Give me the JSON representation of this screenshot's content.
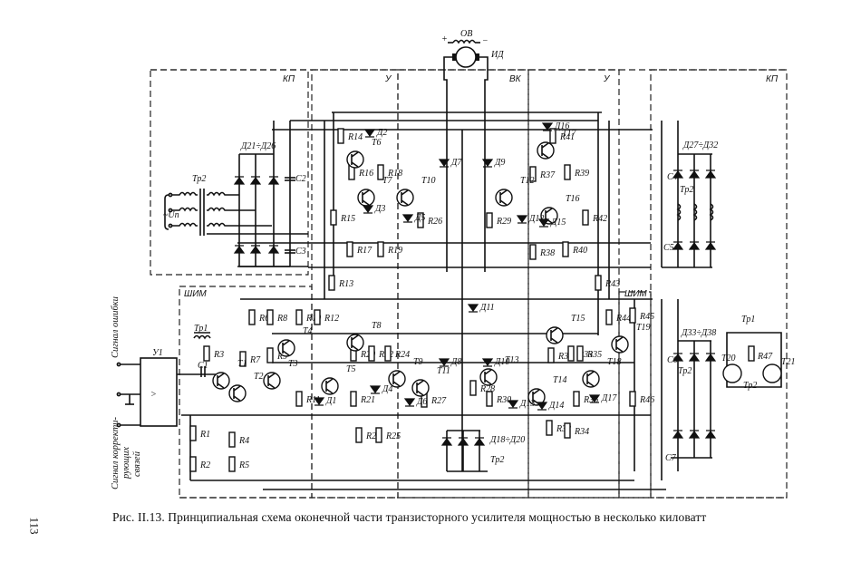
{
  "figure": {
    "caption": "Рис. II.13. Принципиальная  схема оконечной части транзисторного усилителя мощностью в несколько киловатт",
    "page_number": "113"
  },
  "blocks": {
    "kp_left": "КП",
    "u_left": "У",
    "vk": "ВК",
    "u_right": "У",
    "kp_right": "КП",
    "shim_left": "ШИМ",
    "shim_right": "ШИМ"
  },
  "motor": {
    "field": "ОВ",
    "armature": "ИД",
    "plus": "+",
    "minus": "−"
  },
  "inputs": {
    "error_signal": "Сигнал ошибки",
    "correction_signal_1": "Сигнал корректи-",
    "correction_signal_2": "рующих",
    "correction_signal_3": "связей",
    "amplifier": "У1",
    "amp_symbol": ">"
  },
  "power_left": {
    "supply": "~Uп",
    "transformer": "Тр2",
    "diodes": "Д21÷Д26",
    "c_top": "С2",
    "c_bot": "С3"
  },
  "power_right": {
    "diodes": "Д27÷Д32",
    "transformer": "Тр2",
    "c_top": "С4",
    "c_bot": "С5"
  },
  "power_right2": {
    "diodes": "Д33÷Д38",
    "transformer": "Тр2",
    "c_top": "С6",
    "c_bot": "С7",
    "tr1": "Тр1",
    "tr2": "Тр2",
    "t20": "Т20",
    "t21": "Т21",
    "r47": "R47"
  },
  "center": {
    "diodes": "Д18÷Д20",
    "transformer": "Тр2"
  },
  "components": {
    "R1": "R1",
    "R2": "R2",
    "R3": "R3",
    "R4": "R4",
    "R5": "R5",
    "R6": "R6",
    "R7": "R7",
    "R8": "R8",
    "R9": "R9",
    "R10": "R10",
    "R11": "R11",
    "R12": "R12",
    "R13": "R13",
    "R14": "R14",
    "R15": "R15",
    "R16": "R16",
    "R17": "R17",
    "R18": "R18",
    "R19": "R19",
    "R20": "R20",
    "R21": "R21",
    "R22": "R22",
    "R23": "R23",
    "R24": "R24",
    "R25": "R25",
    "R26": "R26",
    "R27": "R27",
    "R28": "R28",
    "R29": "R29",
    "R30": "R30",
    "R31": "R31",
    "R32": "R32",
    "R33": "R33",
    "R34": "R34",
    "R35": "R35",
    "R36": "R36",
    "R37": "R37",
    "R38": "R38",
    "R39": "R39",
    "R40": "R40",
    "R41": "R41",
    "R42": "R42",
    "R43": "R43",
    "R44": "R44",
    "R45": "R45",
    "R46": "R46",
    "T1": "Т1",
    "T2": "Т2",
    "T3": "Т3",
    "T4": "Т4",
    "T5": "Т5",
    "T6": "Т6",
    "T7": "Т7",
    "T8": "Т8",
    "T9": "Т9",
    "T10": "Т10",
    "T11": "Т11",
    "T12": "Т12",
    "T13": "Т13",
    "T14": "Т14",
    "T15": "Т15",
    "T16": "Т16",
    "T17": "Т17",
    "T18": "Т18",
    "T19": "Т19",
    "D1": "Д1",
    "D2": "Д2",
    "D3": "Д3",
    "D4": "Д4",
    "D5": "Д5",
    "D6": "Д6",
    "D7": "Д7",
    "D8": "Д8",
    "D9": "Д9",
    "D10": "Д10",
    "D11": "Д11",
    "D12": "Д12",
    "D13": "Д13",
    "D14": "Д14",
    "D15": "Д15",
    "D16": "Д16",
    "D17": "Д17",
    "C1": "С1",
    "Tp1": "Тр1"
  }
}
